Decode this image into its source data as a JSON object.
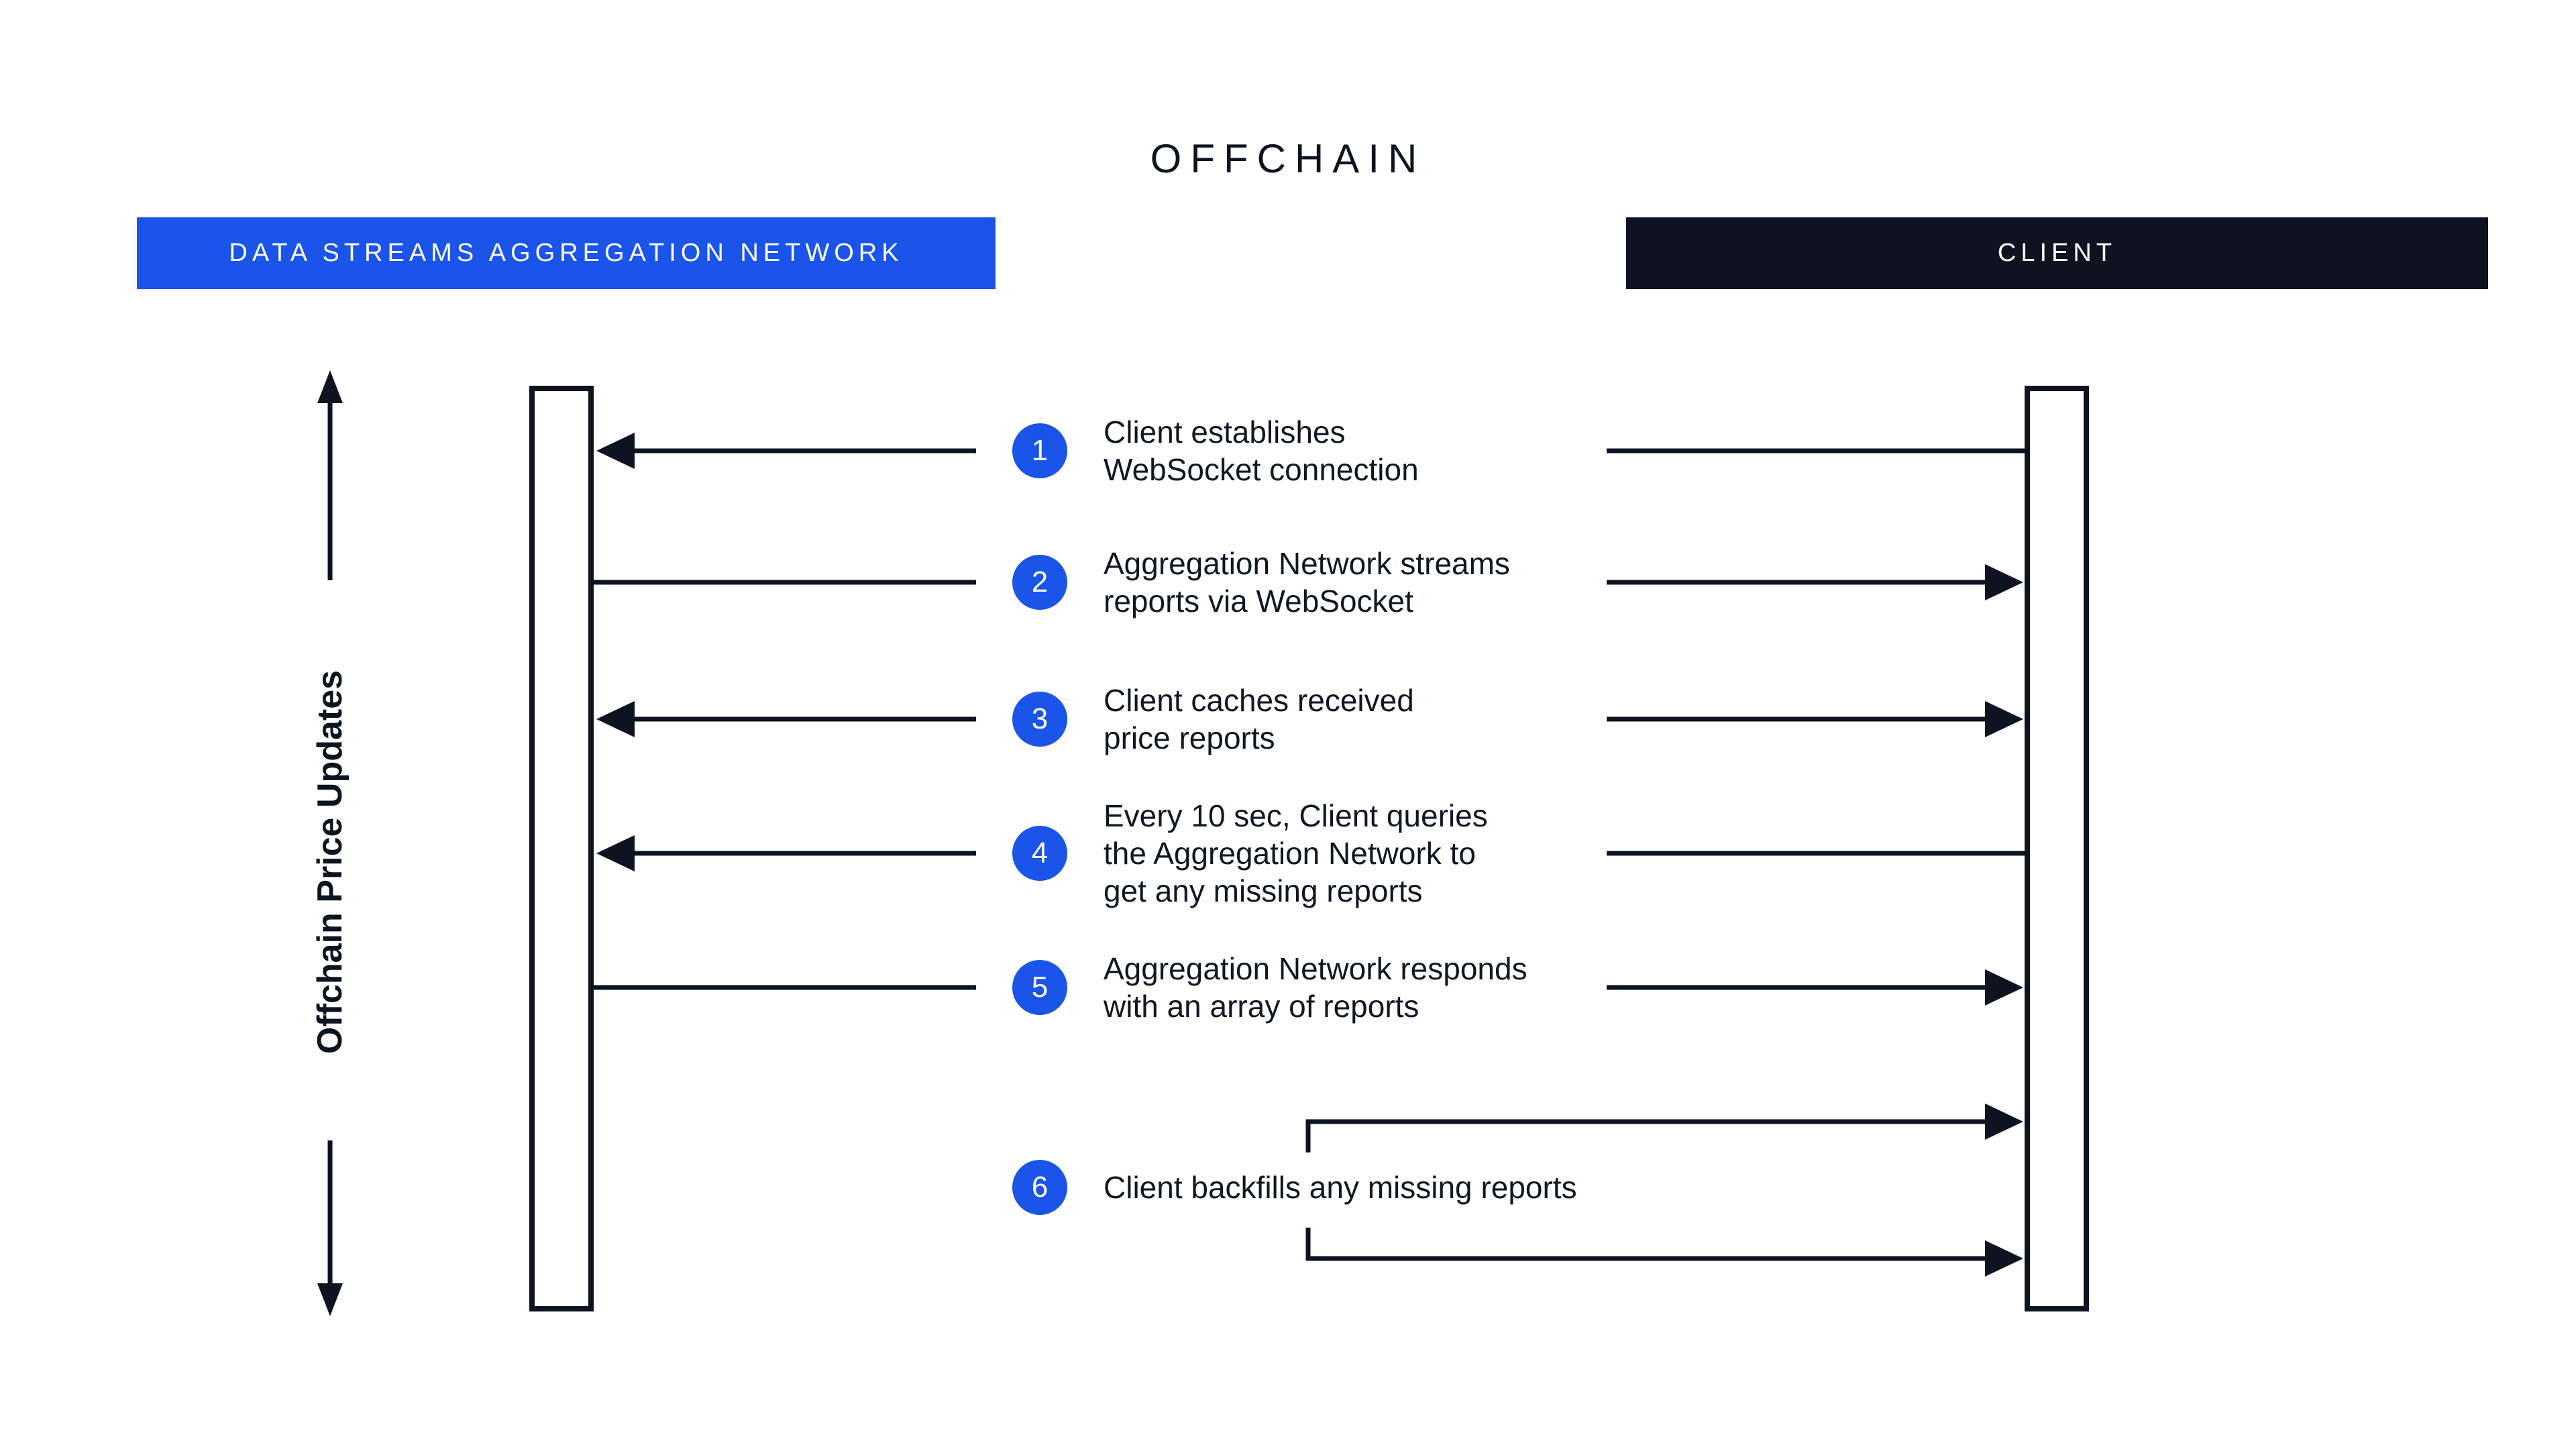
{
  "title": "OFFCHAIN",
  "actors": {
    "network": {
      "label": "DATA STREAMS AGGREGATION NETWORK",
      "color": "#1A54E8"
    },
    "client": {
      "label": "CLIENT",
      "color": "#0D1320"
    }
  },
  "axis": {
    "label": "Offchain Price Updates",
    "direction": "vertical-double-arrow"
  },
  "colors": {
    "accent_blue": "#1A54E8",
    "ink": "#0D1320",
    "background": "#FFFFFF"
  },
  "steps": [
    {
      "num": "1",
      "lines": [
        "Client establishes",
        "WebSocket connection"
      ],
      "text": "Client establishes WebSocket connection",
      "left_arrowhead": true,
      "right_arrowhead": false
    },
    {
      "num": "2",
      "lines": [
        "Aggregation Network streams",
        "reports via WebSocket"
      ],
      "text": "Aggregation Network streams reports via WebSocket",
      "left_arrowhead": false,
      "right_arrowhead": true
    },
    {
      "num": "3",
      "lines": [
        "Client caches received",
        "price reports"
      ],
      "text": "Client caches received price reports",
      "left_arrowhead": true,
      "right_arrowhead": true
    },
    {
      "num": "4",
      "lines": [
        "Every 10 sec, Client queries",
        "the Aggregation Network to",
        "get any missing reports"
      ],
      "text": "Every 10 sec, Client queries the Aggregation Network to get any missing reports",
      "left_arrowhead": true,
      "right_arrowhead": false
    },
    {
      "num": "5",
      "lines": [
        "Aggregation Network responds",
        "with an array of reports"
      ],
      "text": "Aggregation Network responds with an array of reports",
      "left_arrowhead": false,
      "right_arrowhead": true
    },
    {
      "num": "6",
      "lines": [
        "Client backfills any missing reports"
      ],
      "text": "Client backfills any missing reports",
      "left_arrowhead": false,
      "right_arrowhead": true,
      "loop_on_client": true
    }
  ]
}
